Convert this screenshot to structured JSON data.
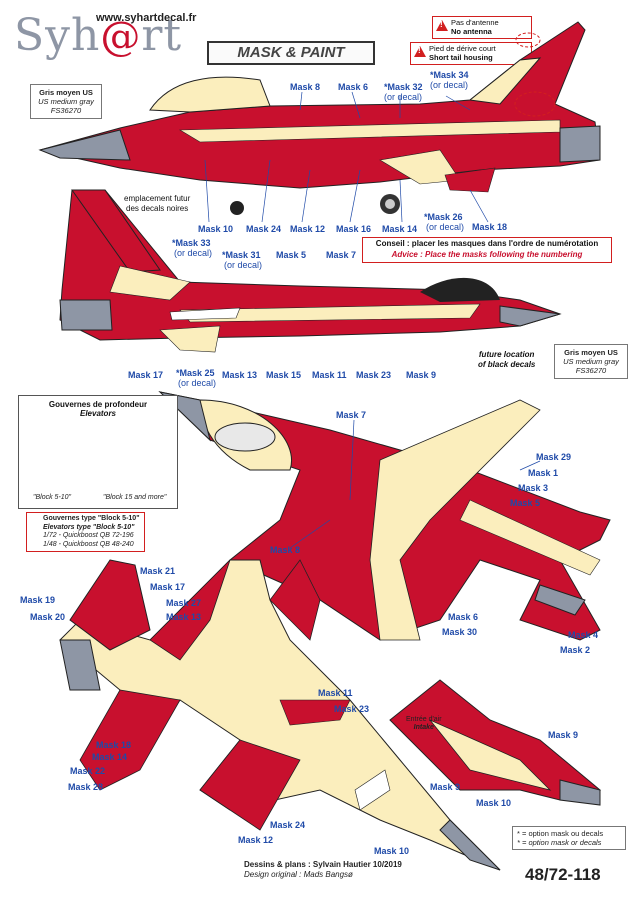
{
  "header": {
    "site": "www.syhartdecal.fr",
    "logo_left": "Syh",
    "logo_at": "@",
    "logo_right": "rt",
    "title": "MASK & PAINT"
  },
  "warnings": {
    "antenna_fr": "Pas d'antenne",
    "antenna_en": "No antenna",
    "tail_fr": "Pied de dérive court",
    "tail_en": "Short tail housing"
  },
  "gray_top": {
    "line1": "Gris moyen US",
    "line2": "US medium gray",
    "line3": "FS36270"
  },
  "gray_bottom": {
    "line1": "Gris moyen US",
    "line2": "US medium gray",
    "line3": "FS36270"
  },
  "decal_note_fr": {
    "line1": "emplacement futur",
    "line2": "des decals noires"
  },
  "decal_note_en": {
    "line1": "future location",
    "line2": "of black decals"
  },
  "advice": {
    "fr": "Conseil : placer les masques dans l'ordre de numérotation",
    "en": "Advice : Place the masks following the numbering"
  },
  "elevators": {
    "title_fr": "Gouvernes de profondeur",
    "title_en": "Elevators",
    "ok_caption": "\"Block 5-10\"",
    "no_caption": "\"Block 15 and more\""
  },
  "elevator_type": {
    "line1": "Gouvernes type \"Block 5-10\"",
    "line2": "Elevators type \"Block 5-10\"",
    "line3": "1/72 - Quickboost QB 72-196",
    "line4": "1/48 - Quickboost QB 48-240"
  },
  "intake": {
    "fr": "Entrée d'air",
    "en": "Intake"
  },
  "legend": {
    "line1": "* = option mask ou decals",
    "line2": "* = option mask or decals"
  },
  "footer": {
    "credits1": "Dessins & plans : Sylvain Hautier 10/2019",
    "credits2": "Design original : Mads Bangsø",
    "ref": "48/72-118"
  },
  "or_decal": "(or decal)",
  "masks_side_top": [
    "Mask 8",
    "Mask 6",
    "*Mask 32",
    "*Mask 34",
    "Mask 10",
    "Mask 24",
    "Mask 12",
    "Mask 16",
    "Mask 14",
    "*Mask 26",
    "Mask 18"
  ],
  "masks_side_bottom": [
    "*Mask 33",
    "*Mask 31",
    "Mask 5",
    "Mask 7",
    "Mask 17",
    "*Mask 25",
    "Mask 13",
    "Mask 15",
    "Mask 11",
    "Mask 23",
    "Mask 9"
  ],
  "masks_top_view": [
    "Mask 7",
    "Mask 29",
    "Mask 1",
    "Mask 3",
    "Mask 5",
    "Mask 8",
    "Mask 6",
    "Mask 30",
    "Mask 4",
    "Mask 2"
  ],
  "masks_bottom_view": [
    "Mask 21",
    "Mask 17",
    "Mask 19",
    "Mask 27",
    "Mask 20",
    "Mask 13",
    "Mask 11",
    "Mask 23",
    "Mask 18",
    "Mask 14",
    "Mask 22",
    "Mask 28",
    "Mask 24",
    "Mask 12",
    "Mask 9",
    "Mask 10"
  ],
  "masks_intake": [
    "Mask 9",
    "Mask 10"
  ],
  "colors": {
    "red": "#c8102e",
    "cream": "#fbeebd",
    "gray": "#8e96a5",
    "label": "#1f4aa8"
  }
}
